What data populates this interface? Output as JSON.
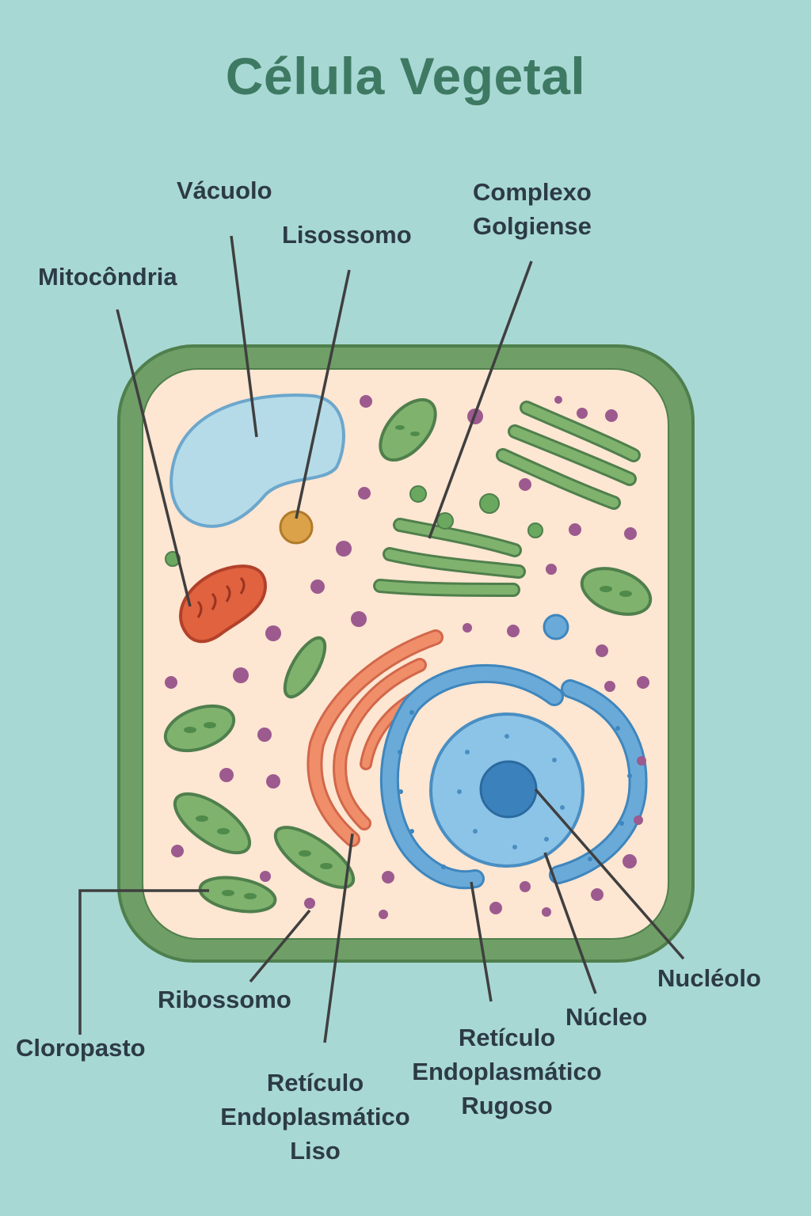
{
  "title": "Célula Vegetal",
  "labels": {
    "vacuolo": "Vácuolo",
    "lisossomo": "Lisossomo",
    "complexo_golgiense": [
      "Complexo",
      "Golgiense"
    ],
    "mitocondria": "Mitocôndria",
    "ribossomo": "Ribossomo",
    "cloroplasto": "Cloropasto",
    "reticulo_liso": [
      "Retículo",
      "Endoplasmático",
      "Liso"
    ],
    "reticulo_rugoso": [
      "Retículo",
      "Endoplasmático",
      "Rugoso"
    ],
    "nucleo": "Núcleo",
    "nucleolo": "Nucléolo"
  },
  "colors": {
    "background": "#a8d8d4",
    "title": "#3e7a63",
    "cell_wall": "#6f9f67",
    "cytoplasm": "#fde6d2",
    "vacuole": "#b5dbe8",
    "chloroplast": "#7fb26d",
    "mitochondria": "#e0623f",
    "golgi": "#7fb26d",
    "smooth_er": "#f08e6a",
    "rough_er": "#6aaad8",
    "nucleus": "#8cc4e8",
    "nucleolus": "#3b82bd",
    "ribosome": "#9c5a8e",
    "lysosome": "#dba24a",
    "leader_line": "#3f3f3f"
  }
}
